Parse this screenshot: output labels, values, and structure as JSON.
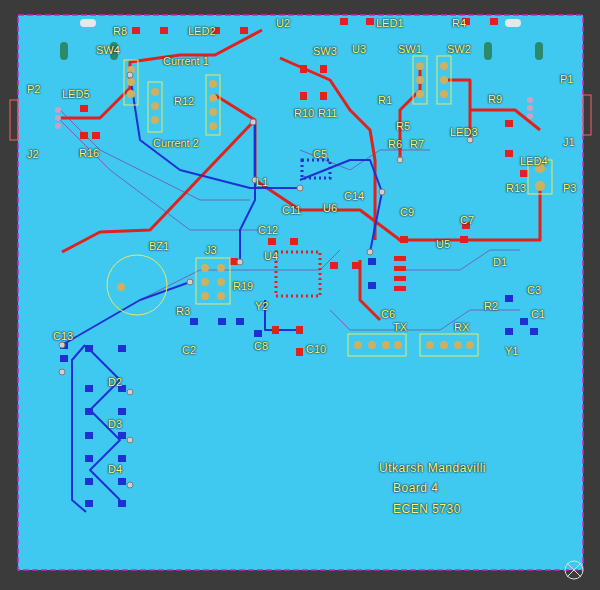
{
  "diagram": {
    "labels": [
      "P2",
      "J2",
      "R8",
      "LED2",
      "SW4",
      "LED5",
      "R12",
      "Current 1",
      "Current 2",
      "R16",
      "U2",
      "SW3",
      "U3",
      "R10",
      "R11",
      "R1",
      "LED1",
      "R4",
      "SW1",
      "SW2",
      "P1",
      "J1",
      "P3",
      "R9",
      "LED3",
      "R5",
      "R6",
      "R7",
      "LED4",
      "R13",
      "C5",
      "L1",
      "C11",
      "C12",
      "C14",
      "U6",
      "C9",
      "C7",
      "U5",
      "U4",
      "D1",
      "C3",
      "R2",
      "C1",
      "Y1",
      "RX",
      "TX",
      "C6",
      "R19",
      "Y2",
      "J3",
      "BZ1",
      "R3",
      "C2",
      "C8",
      "C10",
      "C13",
      "D2",
      "D3",
      "D4",
      "Utkarsh Mandavilli",
      "Board 4",
      "ECEN 5730"
    ]
  }
}
